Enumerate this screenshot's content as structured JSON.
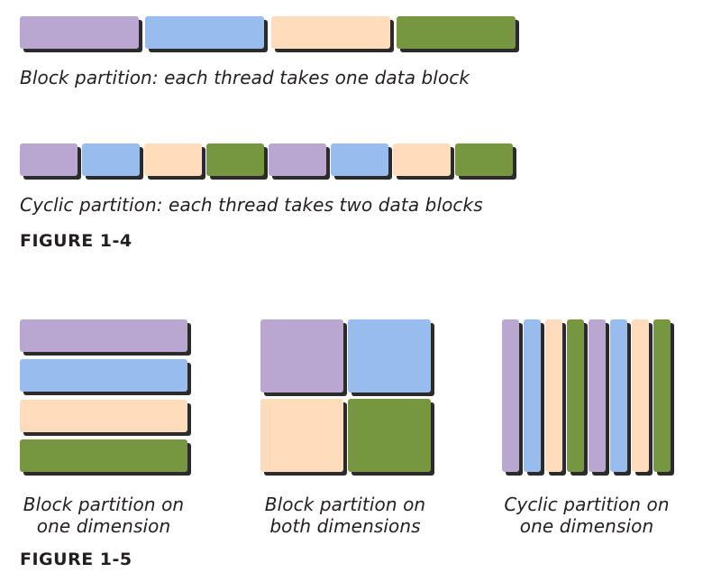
{
  "colors": {
    "purple": "#b9a7d1",
    "blue": "#98bcee",
    "peach": "#ffdcbb",
    "green": "#76963f",
    "shadow": "#2b2b2b"
  },
  "figure_1_4": {
    "block_row": [
      "purple",
      "blue",
      "peach",
      "green"
    ],
    "cyclic_row": [
      "purple",
      "blue",
      "peach",
      "green",
      "purple",
      "blue",
      "peach",
      "green"
    ],
    "block_caption": "Block partition: each thread takes one data block",
    "cyclic_caption": "Cyclic partition: each thread takes two data blocks",
    "label": "FIGURE 1-4"
  },
  "figure_1_5": {
    "rows_1d": [
      "purple",
      "blue",
      "peach",
      "green"
    ],
    "grid_2d": [
      "purple",
      "blue",
      "peach",
      "green"
    ],
    "columns_cyclic": [
      "purple",
      "blue",
      "peach",
      "green",
      "purple",
      "blue",
      "peach",
      "green"
    ],
    "captions": {
      "block_1d_line1": "Block partition on",
      "block_1d_line2": "one dimension",
      "block_2d_line1": "Block partition on",
      "block_2d_line2": "both dimensions",
      "cyclic_1d_line1": "Cyclic partition on",
      "cyclic_1d_line2": "one dimension"
    },
    "label": "FIGURE 1-5"
  }
}
